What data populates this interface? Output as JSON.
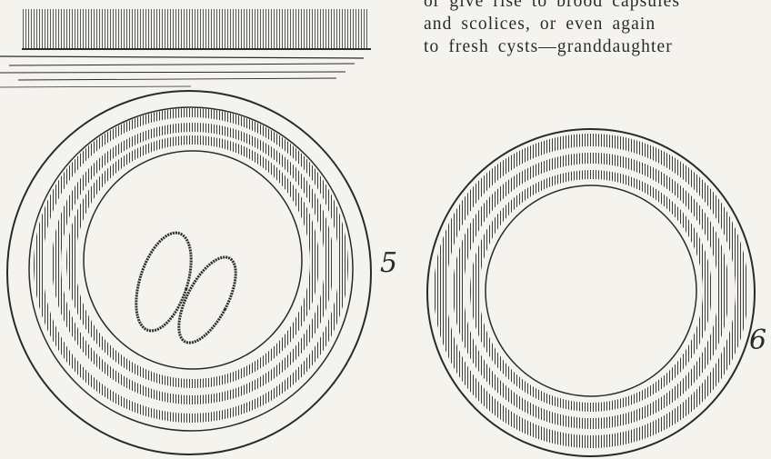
{
  "text_lines": [
    "or give rise to brood capsules",
    "and scolices, or even again",
    "to fresh cysts—granddaughter"
  ],
  "figure_labels": [
    "5",
    "6"
  ],
  "ink_color": "#2a2a2a",
  "paper_color": "#f5f3ee"
}
